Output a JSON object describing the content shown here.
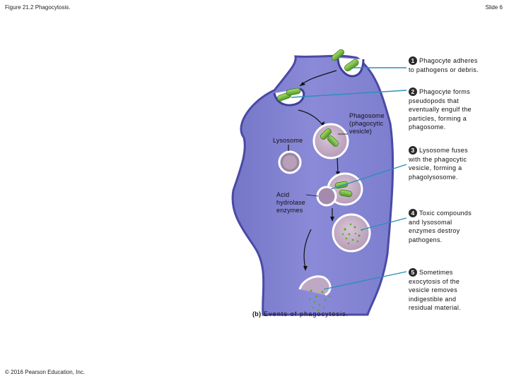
{
  "header": {
    "figure_title": "Figure 21.2 Phagocytosis.",
    "slide_label": "Slide 6"
  },
  "labels": {
    "phagosome": [
      "Phagosome",
      "(phagocytic",
      "vesicle)"
    ],
    "lysosome": "Lysosome",
    "acid_hydrolase": [
      "Acid",
      "hydrolase",
      "enzymes"
    ]
  },
  "steps": [
    {
      "number": "1",
      "lines": [
        "Phagocyte adheres",
        "to pathogens or debris."
      ]
    },
    {
      "number": "2",
      "lines": [
        "Phagocyte forms",
        "pseudopods that",
        "eventually engulf the",
        "particles, forming a",
        "phagosome."
      ]
    },
    {
      "number": "3",
      "lines": [
        "Lysosome fuses",
        "with the phagocytic",
        "vesicle, forming a",
        "phagolysosome."
      ]
    },
    {
      "number": "4",
      "lines": [
        "Toxic compounds",
        "and lysosomal",
        "enzymes destroy",
        "pathogens."
      ]
    },
    {
      "number": "5",
      "lines": [
        "Sometimes",
        "exocytosis of the",
        "vesicle removes",
        "indigestible and",
        "residual material."
      ]
    }
  ],
  "caption": {
    "part": "(b)",
    "text": "Events of phagocytosis."
  },
  "footer": "© 2016 Pearson Education, Inc.",
  "colors": {
    "cell_fill": "#7f7fd0",
    "cell_edge": "#4a4aa6",
    "vesicle_fill": "#c9b4c9",
    "bacteria": "#7cc142",
    "pointer_line": "#2a8fb8"
  }
}
